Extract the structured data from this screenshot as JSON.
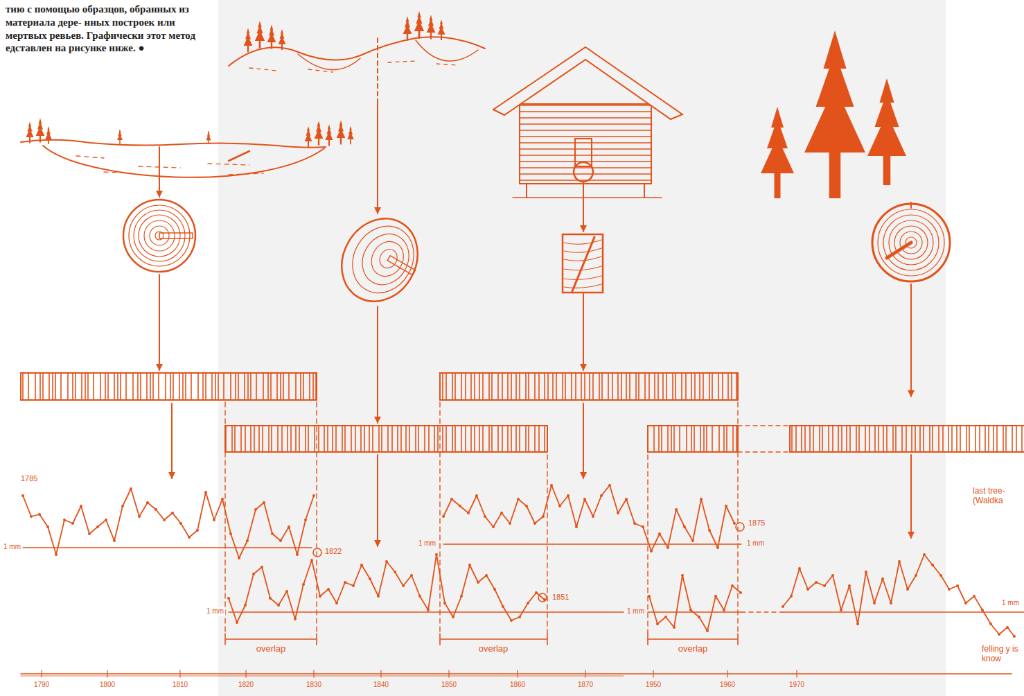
{
  "diagram": {
    "labels": [
      "тию с помощью образцов, обранных из материала дере- нных построек или мертвых ревьев. Графически этот метод едставлен на рисунке ниже. ●",
      "1785",
      "1 mm",
      "1822",
      "1 mm",
      "1851",
      "1 mm",
      "1 mm",
      "1875",
      "1 mm",
      "1 mm",
      "last tree- (Waldka",
      "felling y is know",
      "overlap",
      "overlap",
      "overlap",
      "1790",
      "1800",
      "1810",
      "1820",
      "1830",
      "1840",
      "1850",
      "1860",
      "1870",
      "1950",
      "1960",
      "1970"
    ]
  }
}
